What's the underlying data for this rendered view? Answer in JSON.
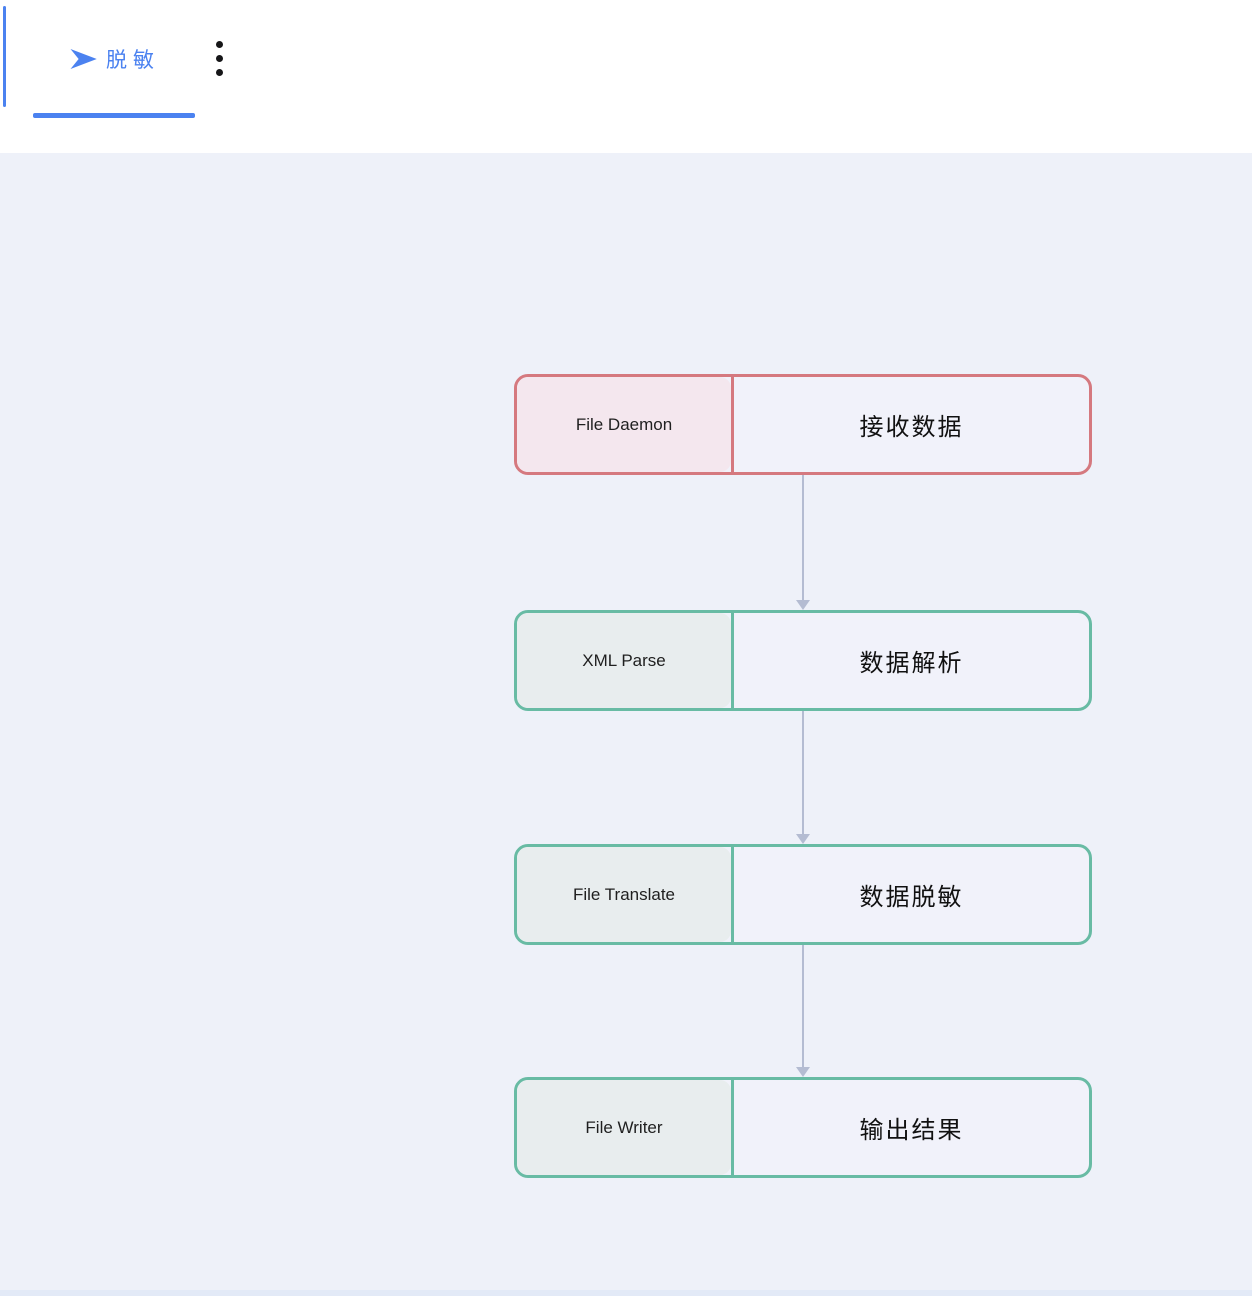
{
  "header": {
    "tab": {
      "label": "脱敏",
      "icon": "send-arrow-icon",
      "active": true
    },
    "accent_color": "#4b82f0",
    "menu_dots_color": "#161618"
  },
  "canvas": {
    "background": "#eef1f9",
    "arrow_color": "#b4bcd2"
  },
  "flow": {
    "nodes": [
      {
        "id": "node-1",
        "tech": "File Daemon",
        "title": "接收数据",
        "border": "#d5797f",
        "tech_bg": "#f4e7ee",
        "title_bg": "#f1f2fa",
        "status": "error"
      },
      {
        "id": "node-2",
        "tech": "XML Parse",
        "title": "数据解析",
        "border": "#68bba4",
        "tech_bg": "#e8edee",
        "title_bg": "#f1f2fa",
        "status": "ok"
      },
      {
        "id": "node-3",
        "tech": "File Translate",
        "title": "数据脱敏",
        "border": "#68bba4",
        "tech_bg": "#e8edee",
        "title_bg": "#f1f2fa",
        "status": "ok"
      },
      {
        "id": "node-4",
        "tech": "File Writer",
        "title": "输出结果",
        "border": "#68bba4",
        "tech_bg": "#e8edee",
        "title_bg": "#f1f2fa",
        "status": "ok"
      }
    ],
    "edges": [
      {
        "from": "node-1",
        "to": "node-2"
      },
      {
        "from": "node-2",
        "to": "node-3"
      },
      {
        "from": "node-3",
        "to": "node-4"
      }
    ]
  }
}
